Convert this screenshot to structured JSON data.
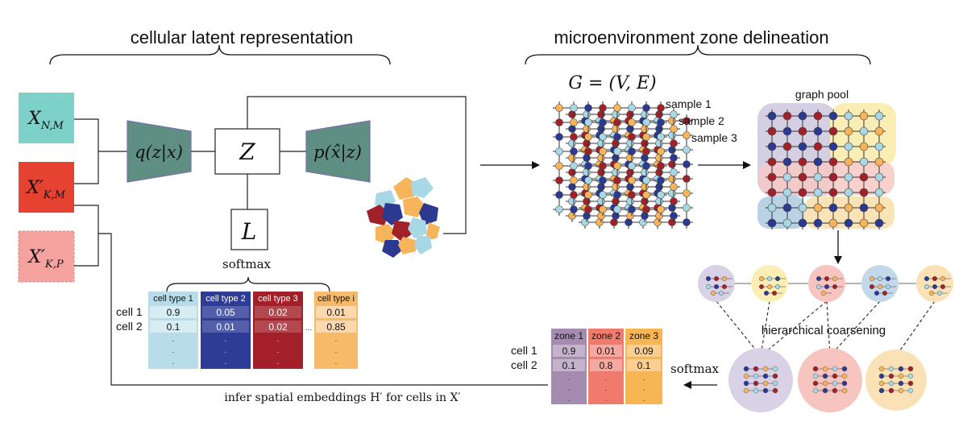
{
  "titles": {
    "left": "cellular latent representation",
    "right": "microenvironment zone delineation"
  },
  "inputs": {
    "x_nm": "X_{N,M}",
    "x_km": "X'_{K,M}",
    "x_kp": "X'_{K,P}"
  },
  "model": {
    "encoder": "q(z|x)",
    "latent": "Z",
    "decoder": "p(x̂|z)",
    "label_node": "L",
    "softmax": "softmax"
  },
  "graph": {
    "equation": "G = (V, E)",
    "samples": [
      "sample 1",
      "sample 2",
      "sample 3"
    ],
    "graph_pool": "graph pool",
    "hierarchical": "hierarchical coarsening",
    "softmax": "softmax"
  },
  "celltype_table": {
    "headers": [
      "cell type 1",
      "cell type 2",
      "cell type 3",
      "cell type i"
    ],
    "rows": [
      {
        "label": "cell 1",
        "values": [
          "0.9",
          "0.05",
          "0.02",
          "0.01"
        ]
      },
      {
        "label": "cell 2",
        "values": [
          "0.1",
          "0.01",
          "0.02",
          "0.85"
        ]
      }
    ],
    "ellipsis": "...",
    "colors": [
      "#b8dce9",
      "#2f3c97",
      "#a3202b",
      "#f7b96a"
    ]
  },
  "zone_table": {
    "headers": [
      "zone 1",
      "zone 2",
      "zone 3"
    ],
    "rows": [
      {
        "label": "cell 1",
        "values": [
          "0.9",
          "0.01",
          "0.09"
        ]
      },
      {
        "label": "cell 2",
        "values": [
          "0.1",
          "0.8",
          "0.1"
        ]
      }
    ],
    "colors": [
      "#a68bb0",
      "#f07a6c",
      "#f7b554"
    ]
  },
  "bottom_caption": "infer spatial embeddings H′ for cells in X′",
  "colors": {
    "x_nm": "#7ed1c8",
    "x_km": "#e64231",
    "x_kp": "#f6a3a0",
    "encoder": "#5e8f82",
    "node_blue": "#2b3990",
    "node_red": "#a1212b",
    "node_orange": "#f7b45b",
    "node_light": "#a8d8e6"
  }
}
